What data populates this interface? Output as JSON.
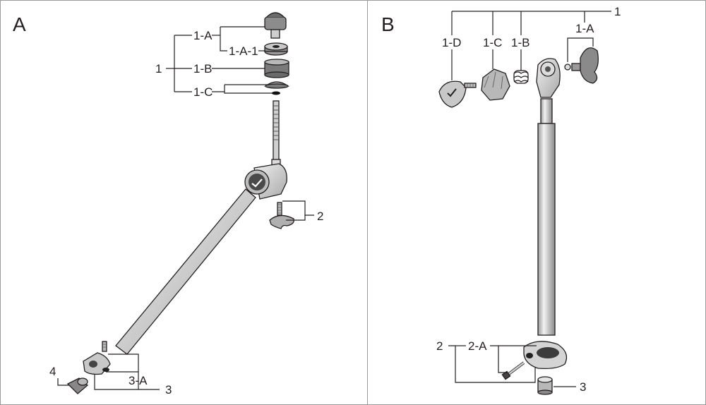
{
  "panel_a": {
    "title": "A",
    "labels": {
      "l1": "1",
      "l1a": "1-A",
      "l1a1": "1-A-1",
      "l1b": "1-B",
      "l1c": "1-C",
      "l2": "2",
      "l3": "3",
      "l3a": "3-A",
      "l4": "4"
    }
  },
  "panel_b": {
    "title": "B",
    "labels": {
      "l1": "1",
      "l1a": "1-A",
      "l1b": "1-B",
      "l1c": "1-C",
      "l1d": "1-D",
      "l2": "2",
      "l2a": "2-A",
      "l3": "3"
    }
  },
  "colors": {
    "ink": "#231f20",
    "metal_light": "#e2e2e2",
    "metal_mid": "#bcbcbc",
    "metal_dark": "#555555",
    "rubber": "#777777"
  }
}
